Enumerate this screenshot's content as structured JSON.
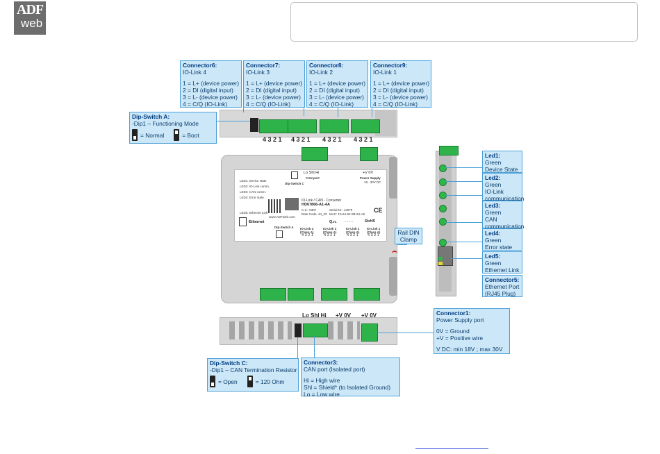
{
  "logo": {
    "top": "ADF",
    "bottom": "web"
  },
  "callouts": {
    "c6": {
      "title": "Connector6:",
      "sub": "IO-Link 4",
      "lines": [
        "1 = L+ (device power)",
        "2 = DI (digital input)",
        "3 = L- (device power)",
        "4 = C/Q (IO-Link)"
      ]
    },
    "c7": {
      "title": "Connector7:",
      "sub": "IO-Link 3",
      "lines": [
        "1 = L+ (device power)",
        "2 = DI (digital input)",
        "3 = L- (device power)",
        "4 = C/Q (IO-Link)"
      ]
    },
    "c8": {
      "title": "Connector8:",
      "sub": "IO-Link 2",
      "lines": [
        "1 = L+ (device power)",
        "2 = DI (digital input)",
        "3 = L- (device power)",
        "4 = C/Q (IO-Link)"
      ]
    },
    "c9": {
      "title": "Connector9:",
      "sub": "IO-Link 1",
      "lines": [
        "1 = L+ (device power)",
        "2 = DI (digital input)",
        "3 = L- (device power)",
        "4 = C/Q (IO-Link)"
      ]
    },
    "dipA": {
      "title": "Dip-Switch A:",
      "sub": "-Dip1 – Functioning Mode",
      "opt1": "= Normal",
      "opt2": "= Boot"
    },
    "dipC": {
      "title": "Dip-Switch C:",
      "sub": "-Dip1 – CAN Termination Resistor",
      "opt1": "= Open",
      "opt2": "= 120 Ohm"
    },
    "c3": {
      "title": "Connector3:",
      "sub": "CAN port (Isolated port)",
      "lines": [
        "Hi = High wire",
        "Shl = Shield* (to Isolated Ground)",
        "Lo = Low wire"
      ]
    },
    "c1": {
      "title": "Connector1:",
      "sub": "Power Supply port",
      "lines": [
        "0V = Ground",
        "+V = Positive wire"
      ],
      "extra": "V DC: min 18V ; max 30V"
    },
    "rail": {
      "l1": "Rail DIN",
      "l2": "Clamp"
    },
    "led1": {
      "title": "Led1:",
      "lines": [
        "Green",
        "Device State"
      ]
    },
    "led2": {
      "title": "Led2:",
      "lines": [
        "Green",
        "IO-Link",
        "communication"
      ]
    },
    "led3": {
      "title": "Led3:",
      "lines": [
        "Green",
        "CAN",
        "communication"
      ]
    },
    "led4": {
      "title": "Led4:",
      "lines": [
        "Green",
        "Error state"
      ]
    },
    "led5": {
      "title": "Led5:",
      "lines": [
        "Green",
        "Ethernet Link"
      ]
    },
    "c5": {
      "title": "Connector5:",
      "lines": [
        "Ethernet Port",
        "(RJ45 Plug)"
      ]
    }
  },
  "device": {
    "pin_numbers": "4 3 2 1",
    "can_port_label": "CAN port",
    "can_pins": "Lo  Shl  Hi",
    "power_label": "Power Supply",
    "power_pins": "+V   0V",
    "power_range": "18...30V DC",
    "dip_c": "Dip-Switch C",
    "dip_a": "Dip-Switch A",
    "leds": [
      "LED1: Device state",
      "LED2: IO-Link comm.",
      "LED3: CAN comm.",
      "LED4: Error state",
      "LED5: Ethernet Link"
    ],
    "ethernet": "Ethernet",
    "product_line": "IO-Link / CAN - Converter",
    "product_code": "HD67866-A1-4A",
    "cs": "C.S.: 0307",
    "serial": "Serial Nr.: J4079",
    "datecode": "Date Code: 44_20",
    "mac": "MAC: 10-64-92-0B-94-A9",
    "website": "www.ADFweb.com",
    "qn": "Q.n.",
    "dashes": "- - - -",
    "rohs": "RoHS",
    "ce": "CE",
    "iolink_ports": [
      "IO-Link 4 (Class A)",
      "IO-Link 3 (Class A)",
      "IO-Link 2 (Class A)",
      "IO-Link 1 (Class A)"
    ],
    "front_lo_shl_hi": "Lo Shl Hi",
    "front_v0v": "+V 0V",
    "front_v0v2": "+V 0V"
  }
}
